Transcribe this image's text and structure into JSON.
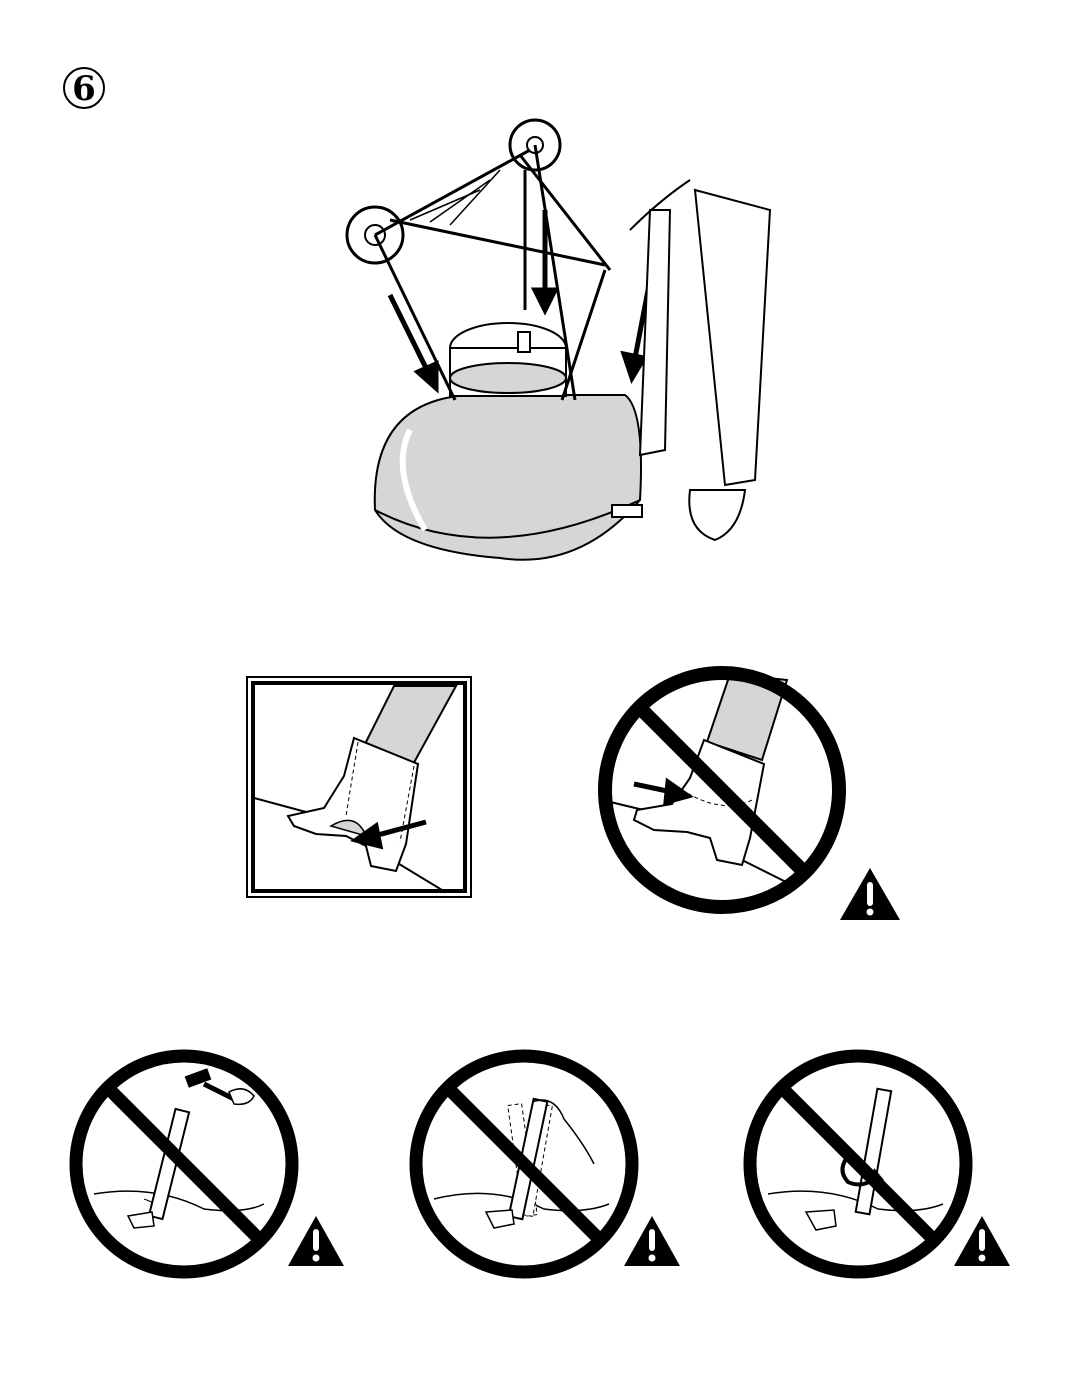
{
  "step": {
    "number": "6"
  },
  "figures": {
    "main": {
      "icon": "grill-leg-assembly-illustration"
    },
    "correct_detail": {
      "icon": "leg-inserted-correctly-illustration"
    },
    "wrong_detail": {
      "icon": "leg-not-fully-inserted-prohibited"
    },
    "no_hammer": {
      "icon": "no-hammering-prohibited"
    },
    "no_rocking": {
      "icon": "no-rocking-leg-prohibited"
    },
    "no_twisting": {
      "icon": "no-twisting-leg-prohibited"
    }
  },
  "colors": {
    "ink": "#000000",
    "fill_gray": "#d6d6d6",
    "paper": "#ffffff"
  }
}
